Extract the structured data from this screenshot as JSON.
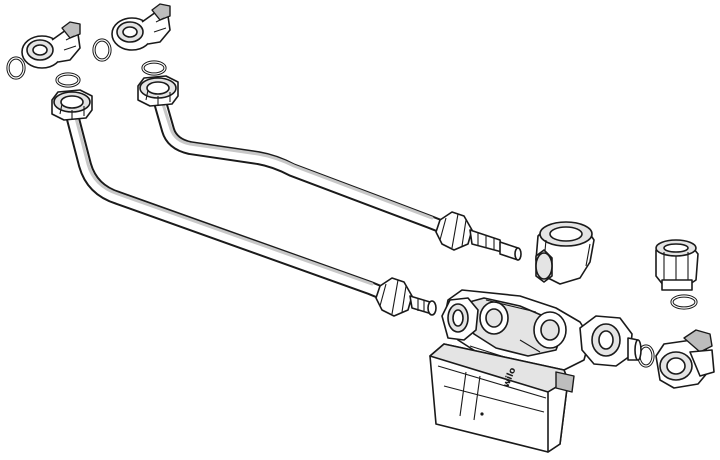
{
  "diagram": {
    "brand_label": "wilo",
    "parts": [
      "elbow-union",
      "o-ring",
      "pipe",
      "pump",
      "control-box",
      "straight-union",
      "angle-valve"
    ]
  }
}
